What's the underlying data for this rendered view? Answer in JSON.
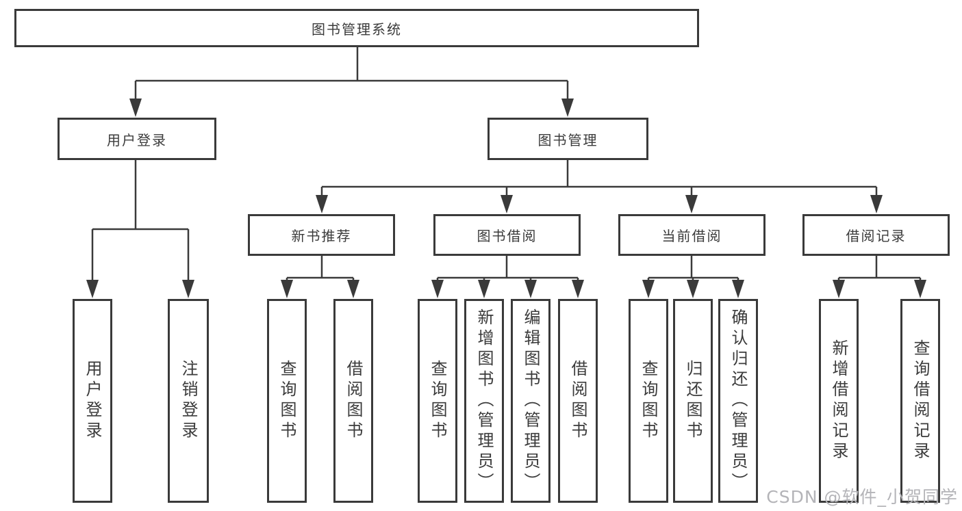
{
  "colors": {
    "line": "#3a3a3a",
    "box_border": "#3a3a3a",
    "text": "#3b3b3b",
    "watermark": "#b4b4b8",
    "background": "#ffffff"
  },
  "watermark": {
    "text": "CSDN @软件_小贺同学"
  },
  "tree": {
    "root": {
      "label": "图书管理系统"
    },
    "children": [
      {
        "label": "用户登录",
        "children": [
          {
            "label": "用户登录"
          },
          {
            "label": "注销登录"
          }
        ]
      },
      {
        "label": "图书管理",
        "children": [
          {
            "label": "新书推荐",
            "children": [
              {
                "label": "查询图书"
              },
              {
                "label": "借阅图书"
              }
            ]
          },
          {
            "label": "图书借阅",
            "children": [
              {
                "label": "查询图书"
              },
              {
                "label": "新增图书（管理员）"
              },
              {
                "label": "编辑图书（管理员）"
              },
              {
                "label": "借阅图书"
              }
            ]
          },
          {
            "label": "当前借阅",
            "children": [
              {
                "label": "查询图书"
              },
              {
                "label": "归还图书"
              },
              {
                "label": "确认归还（管理员）"
              }
            ]
          },
          {
            "label": "借阅记录",
            "children": [
              {
                "label": "新增借阅记录"
              },
              {
                "label": "查询借阅记录"
              }
            ]
          }
        ]
      }
    ]
  }
}
